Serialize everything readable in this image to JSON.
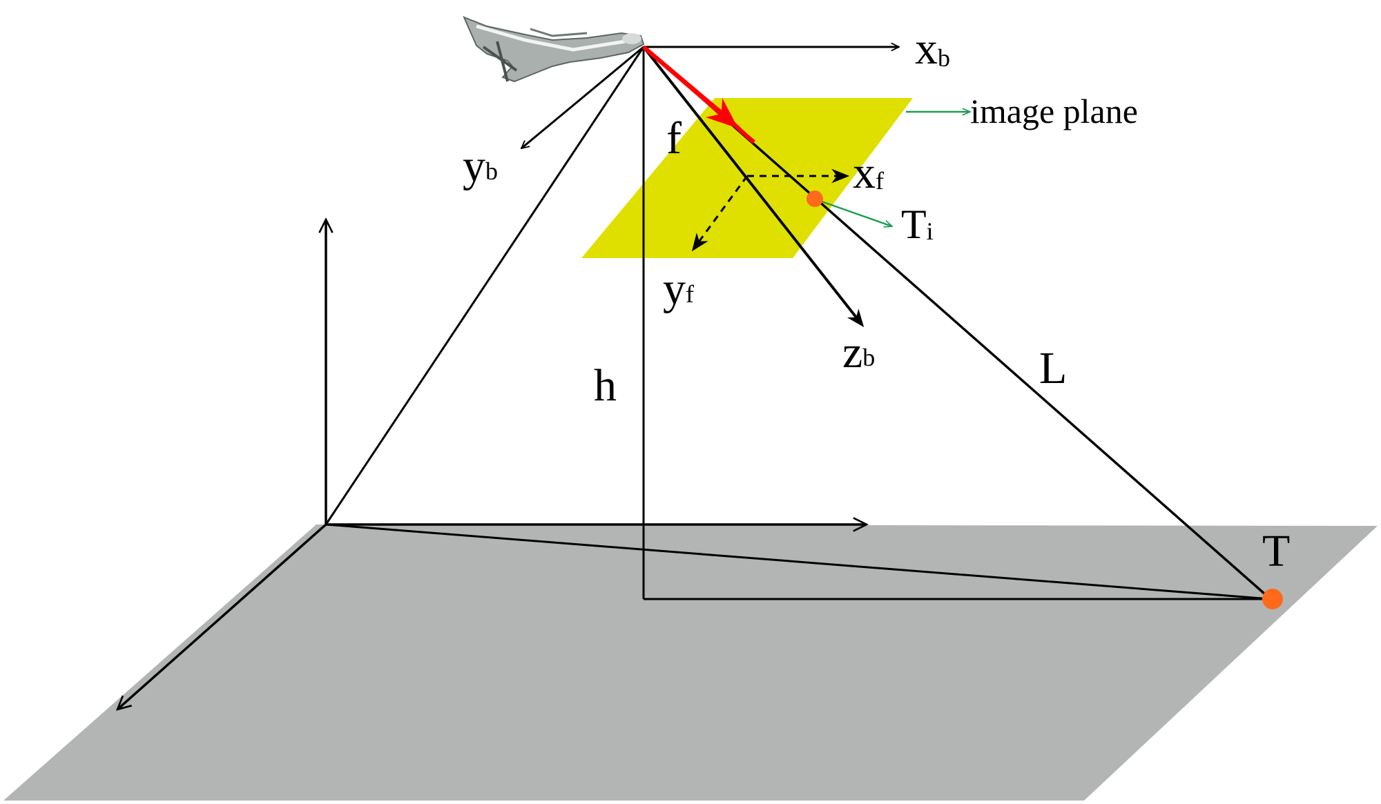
{
  "labels": {
    "xb": {
      "main": "x",
      "sub": "b"
    },
    "yb": {
      "main": "y",
      "sub": "b"
    },
    "zb": {
      "main": "z",
      "sub": "b"
    },
    "xf": {
      "main": "x",
      "sub": "f"
    },
    "yf": {
      "main": "y",
      "sub": "f"
    },
    "ti": {
      "main": "T",
      "sub": "i"
    },
    "f": "f",
    "h": "h",
    "L": "L",
    "T": "T",
    "image_plane": "image plane"
  },
  "colors": {
    "ground_plane": "#b3b5b5",
    "image_plane": "#dfe000",
    "focal_arrow": "#ff0000",
    "target_point": "#ff6a1a",
    "callout_arrow": "#1a9e50",
    "lines": "#000000"
  },
  "icons": {
    "aircraft": "uav-drone-icon"
  }
}
